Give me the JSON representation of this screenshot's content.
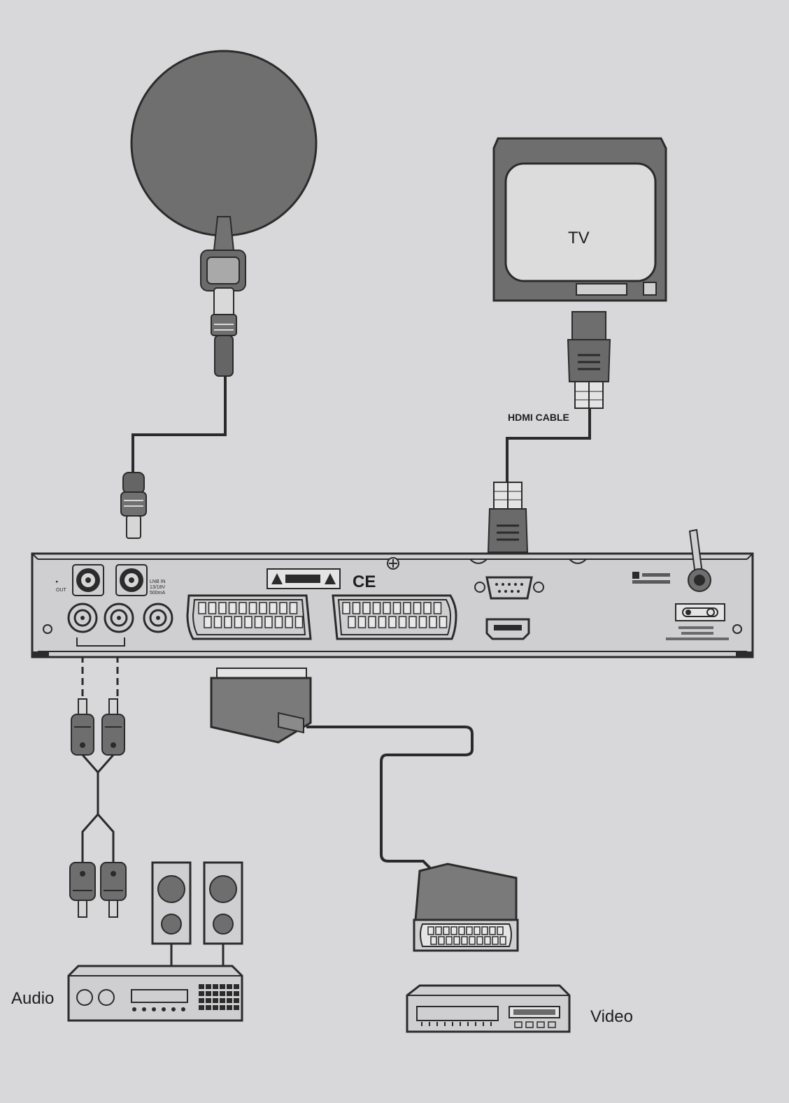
{
  "labels": {
    "tv": "TV",
    "hdmi_cable": "HDMI CABLE",
    "audio": "Audio",
    "video": "Video",
    "ce_mark": "CE"
  },
  "colors": {
    "background": "#d8d8da",
    "dish": "#6f6f70",
    "outline": "#2b2b2b",
    "device_fill": "#cfcfd1",
    "cable": "#2a2a2a"
  }
}
